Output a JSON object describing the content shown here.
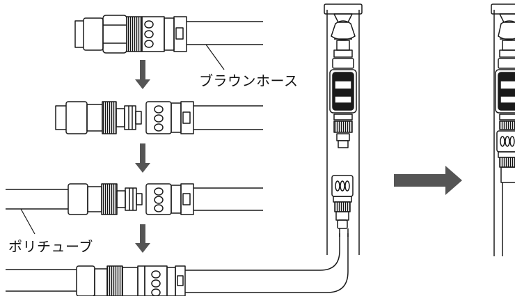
{
  "labels": {
    "brown_hose": "ブラウンホース",
    "poly_tube": "ポリチューブ"
  },
  "steps": {
    "down_arrow_count": 3,
    "has_right_arrow": true
  },
  "colors": {
    "line": "#1a1a1a",
    "arrow": "#555555",
    "background": "#ffffff"
  },
  "icons": [
    "down-arrow-icon",
    "right-arrow-icon",
    "quick-connector-icon",
    "faucet-timer-icon"
  ]
}
